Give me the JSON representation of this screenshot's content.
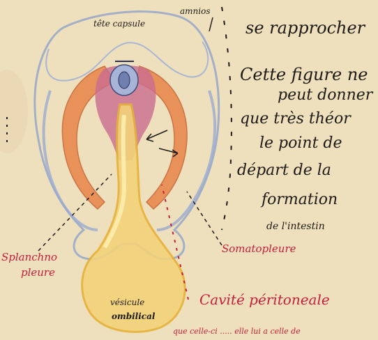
{
  "page": {
    "background": "#efe0bd",
    "ink_color": "#1d1a17",
    "red_ink_color": "#c81d3a"
  },
  "labels": {
    "top_capsule": "tête capsule",
    "amnios": "amnios",
    "splanchno": [
      "Splanchno",
      "pleure"
    ],
    "somatopleure": "Somatopleure",
    "cavite": "Cavité péritoneale",
    "vesicule": [
      "vésicule",
      "ombilical"
    ]
  },
  "note": {
    "top": "se rapprocher",
    "lines": [
      "Cette figure ne",
      "peut donner",
      "que très théor",
      "le point de",
      "départ de la",
      "formation",
      "de l'intestin"
    ]
  },
  "bottom_note": "que celle-ci ..... elle lui a celle de"
}
